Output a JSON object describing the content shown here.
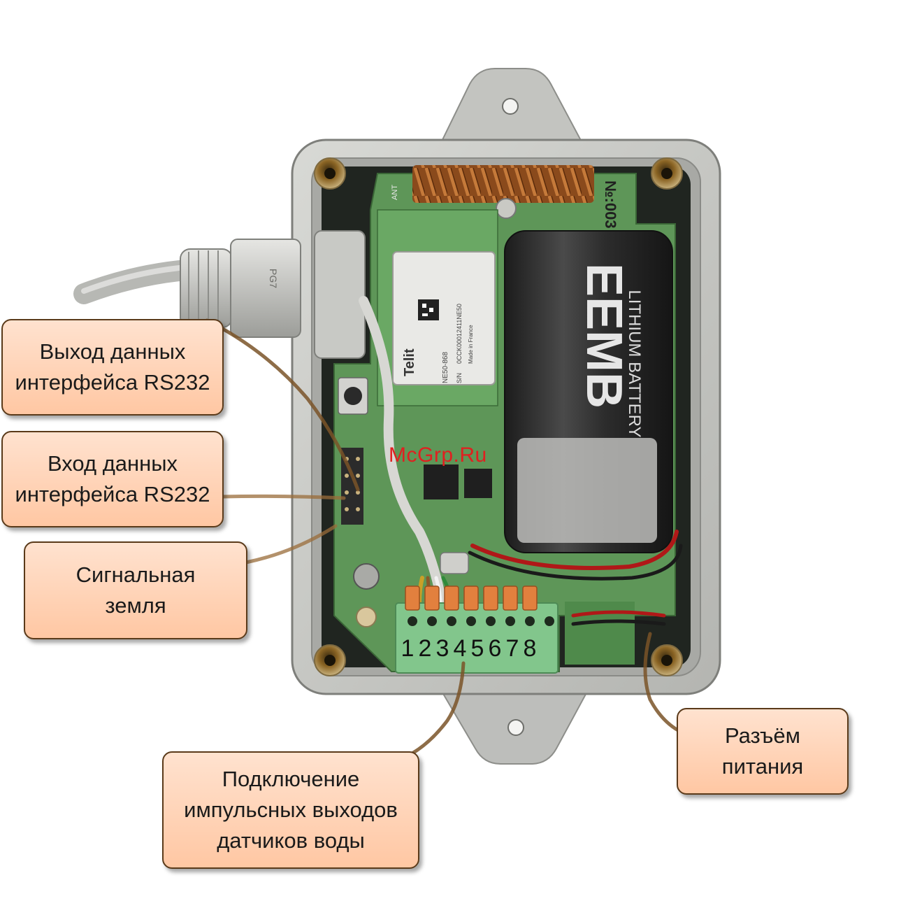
{
  "callouts": {
    "rs232_output": {
      "lines": [
        "Выход данных",
        "интерфейса RS232"
      ]
    },
    "rs232_input": {
      "lines": [
        "Вход данных",
        "интерфейса RS232"
      ]
    },
    "signal_ground": {
      "lines": [
        "Сигнальная",
        "земля"
      ]
    },
    "power_connector": {
      "lines": [
        "Разъём",
        "питания"
      ]
    },
    "pulse_outputs": {
      "lines": [
        "Подключение",
        "импульсных выходов",
        "датчиков воды"
      ]
    }
  },
  "terminal_numbers": [
    "1",
    "2",
    "3",
    "4",
    "5",
    "6",
    "7",
    "8"
  ],
  "watermark": "McGrp.Ru",
  "device_markings": {
    "module_brand": "Telit",
    "module_model": "NE50-868",
    "module_serial_label": "S/N",
    "module_serial": "0CCK00012411NE50",
    "module_origin": "Made in France",
    "battery_brand": "EEMB",
    "battery_text": "LITHIUM BATTERY",
    "board_number": "№:003",
    "antenna_label": "ANT",
    "cable_gland": "PG7"
  },
  "colors": {
    "callout_fill": "#ffc7a3",
    "callout_border": "#5a3a1a",
    "leader_line": "#6b4a22",
    "enclosure": "#c9cac6",
    "pcb": "#5f9a5a",
    "terminal_block": "#7fc48a",
    "terminal_lever": "#e07a3a",
    "battery": "#2b2b2b",
    "watermark": "#e02020"
  }
}
